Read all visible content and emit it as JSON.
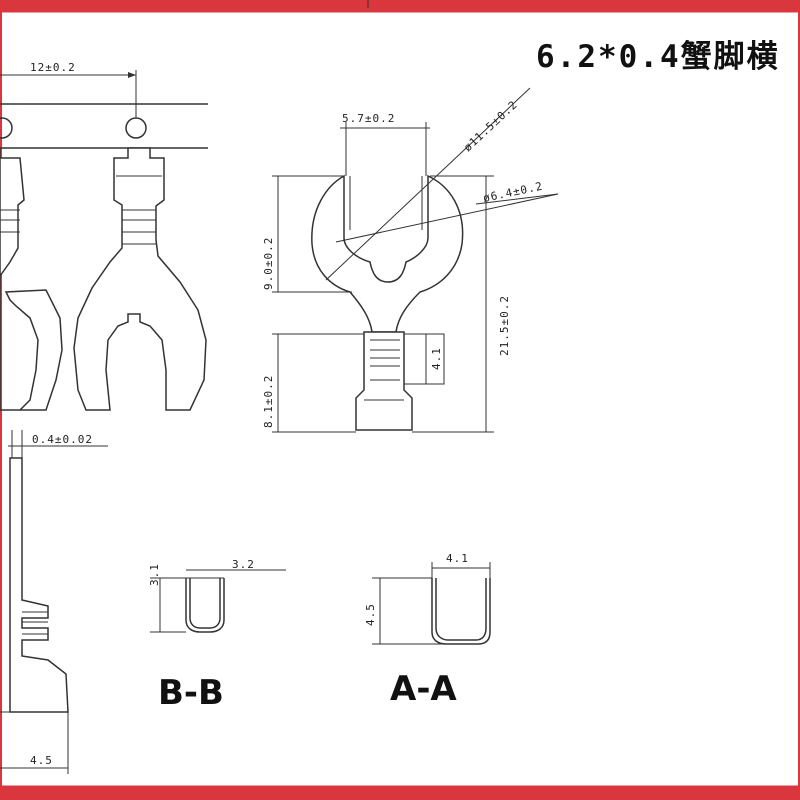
{
  "title": "6.2*0.4蟹脚横",
  "dimensions": {
    "pitch": "12±0.2",
    "slot_width": "5.7±0.2",
    "outer_diameter": "ø11.5±0.2",
    "inner_diameter": "ø6.4±0.2",
    "ring_height": "9.0±0.2",
    "total_length": "21.5±0.2",
    "crimp_length": "8.1±0.2",
    "crimp_segment": "4.1",
    "thickness": "0.4±0.02",
    "side_width": "4.5",
    "bb_height": "3.1",
    "bb_width": "3.2",
    "aa_width": "4.1",
    "aa_height": "4.5"
  },
  "sections": {
    "bb": "B-B",
    "aa": "A-A"
  }
}
